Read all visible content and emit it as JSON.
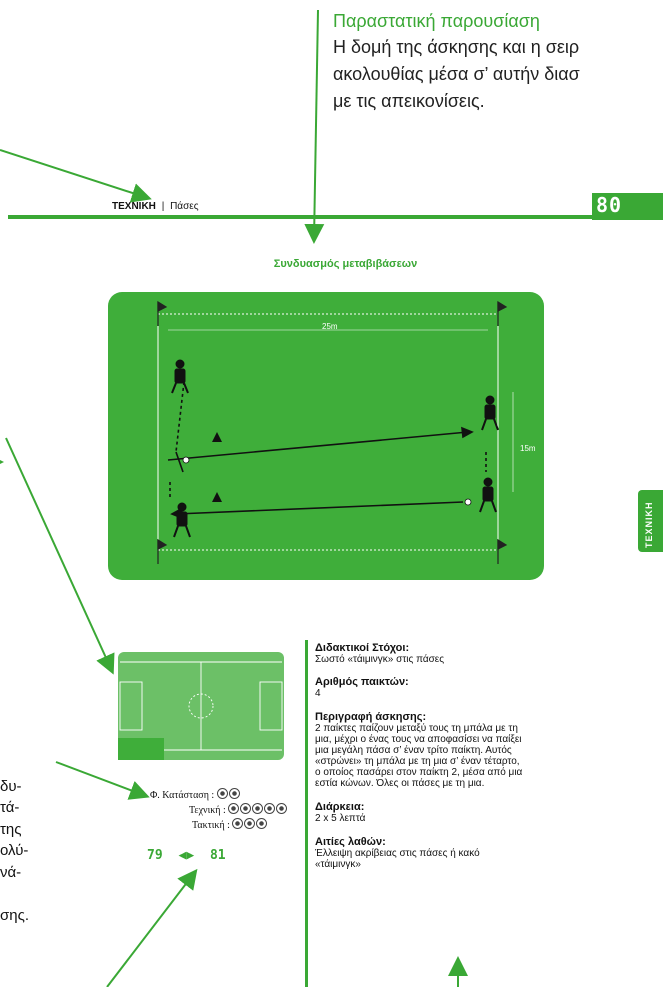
{
  "callout": {
    "title": "Παραστατική παρουσίαση",
    "line1": "Η δομή της άσκησης και η σειρ",
    "line2": "ακολουθίας μέσα σ’ αυτήν διασ",
    "line3": "με τις απεικονίσεις."
  },
  "header": {
    "section": "ΤΕΧΝΙΚΗ",
    "separator": "|",
    "subsection": "Πάσες",
    "page_number": "80"
  },
  "side_tab": {
    "label": "ΤΕΧΝΙΚΗ"
  },
  "exercise": {
    "title": "Συνδυασμός μεταβιβάσεων",
    "width_label": "25m",
    "height_label": "15m"
  },
  "ratings": {
    "physical_label": "Φ. Κατάσταση :",
    "physical_level": 2,
    "technique_label": "Τεχνική :",
    "technique_level": 5,
    "tactic_label": "Τακτική :",
    "tactic_level": 3
  },
  "nav": {
    "prev": "79",
    "next": "81"
  },
  "left_fragments": [
    "δυ-",
    "τά-",
    "της",
    "ολύ-",
    "νά-",
    "σης."
  ],
  "info": {
    "goals_title": "Διδακτικοί Στόχοι:",
    "goals_text": "Σωστό «τάιμινγκ» στις πάσες",
    "players_title": "Αριθμός παικτών:",
    "players_text": "4",
    "description_title": "Περιγραφή άσκησης:",
    "description_lines": [
      "2 παίκτες παίζουν μεταξύ τους τη μπάλα με τη",
      "μια, μέχρι ο ένας τους να αποφασίσει να παίξει",
      "μια μεγάλη πάσα σ’ έναν τρίτο παίκτη. Αυτός",
      "«στρώνει» τη μπάλα με τη μια σ’ έναν τέταρτο,",
      "ο οποίος πασάρει στον παίκτη 2, μέσα από μια",
      "εστία κώνων. Όλες οι πάσες με τη μια."
    ],
    "duration_title": "Διάρκεια:",
    "duration_text": "2 x 5 λεπτά",
    "errors_title": "Αιτίες λαθών:",
    "errors_lines": [
      "Έλλειψη ακρίβειας στις πάσες ή κακό",
      "«τάιμινγκ»"
    ]
  },
  "colors": {
    "accent_green": "#3aa835",
    "pitch_green": "#3fae3a",
    "mini_pitch": "#6cc067"
  }
}
